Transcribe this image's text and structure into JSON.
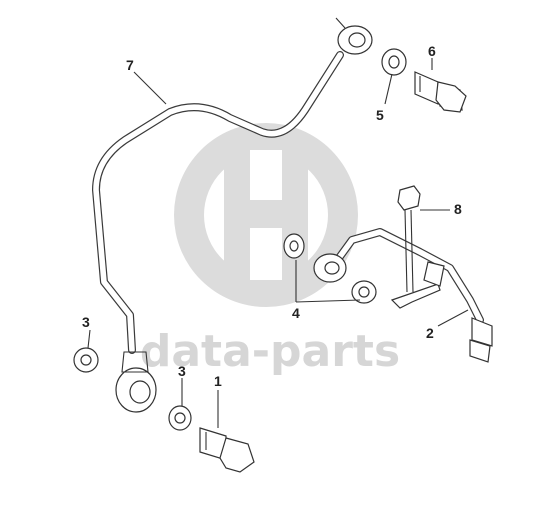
{
  "watermark": {
    "text": "data-parts",
    "logo_color": "#d9d9d9"
  },
  "callouts": [
    {
      "id": "c7",
      "label": "7"
    },
    {
      "id": "c6",
      "label": "6"
    },
    {
      "id": "c5",
      "label": "5"
    },
    {
      "id": "c8",
      "label": "8"
    },
    {
      "id": "c4",
      "label": "4"
    },
    {
      "id": "c2",
      "label": "2"
    },
    {
      "id": "c3a",
      "label": "3"
    },
    {
      "id": "c3b",
      "label": "3"
    },
    {
      "id": "c1",
      "label": "1"
    }
  ],
  "colors": {
    "line": "#333333",
    "background": "#ffffff"
  }
}
